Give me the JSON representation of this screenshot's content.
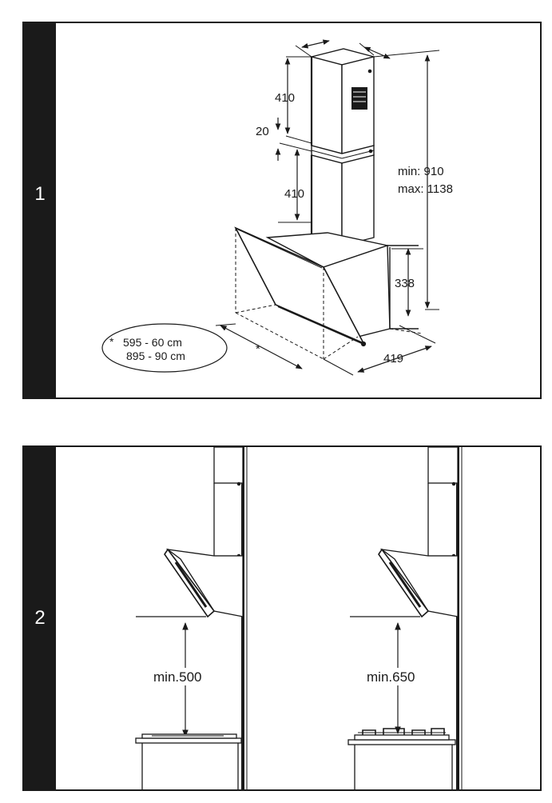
{
  "steps": [
    {
      "number": "1",
      "dimensions": {
        "chimney_upper": "410",
        "gap": "20",
        "chimney_lower": "410",
        "total_min": "min: 910",
        "total_max": "max: 1138",
        "body_height": "338",
        "depth": "419",
        "width_marker": "*"
      },
      "width_note": {
        "star": "*",
        "line1": "595 - 60 cm",
        "line2": "895 - 90 cm"
      }
    },
    {
      "number": "2",
      "clearances": [
        {
          "label": "min.500",
          "hob": "electric"
        },
        {
          "label": "min.650",
          "hob": "gas"
        }
      ]
    }
  ]
}
